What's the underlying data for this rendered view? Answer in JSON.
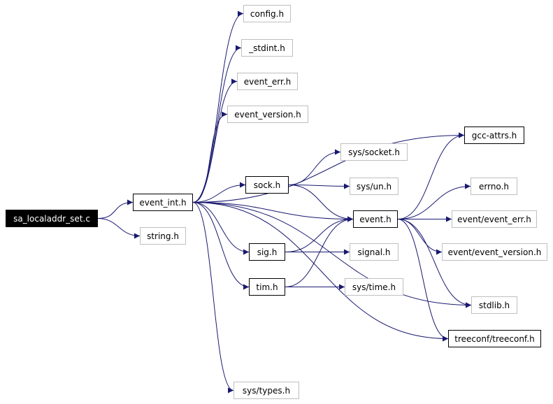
{
  "colors": {
    "edge": "#191970",
    "border_documented": "#000000",
    "border_external": "#bfbfbf",
    "root_fill": "#000000",
    "root_text": "#ffffff"
  },
  "nodes": {
    "sa_localaddr_set_c": "sa_localaddr_set.c",
    "event_int_h": "event_int.h",
    "string_h": "string.h",
    "config_h": "config.h",
    "stdint_h": "_stdint.h",
    "event_err_h": "event_err.h",
    "event_version_h": "event_version.h",
    "gcc_attrs_h": "gcc-attrs.h",
    "sys_socket_h": "sys/socket.h",
    "sock_h": "sock.h",
    "sys_un_h": "sys/un.h",
    "errno_h": "errno.h",
    "event_h": "event.h",
    "event_event_err_h": "event/event_err.h",
    "event_event_version_h": "event/event_version.h",
    "sig_h": "sig.h",
    "signal_h": "signal.h",
    "tim_h": "tim.h",
    "sys_time_h": "sys/time.h",
    "stdlib_h": "stdlib.h",
    "treeconf_h": "treeconf/treeconf.h",
    "sys_types_h": "sys/types.h"
  },
  "edges": [
    [
      "sa_localaddr_set_c",
      "event_int_h"
    ],
    [
      "sa_localaddr_set_c",
      "string_h"
    ],
    [
      "event_int_h",
      "config_h"
    ],
    [
      "event_int_h",
      "stdint_h"
    ],
    [
      "event_int_h",
      "event_err_h"
    ],
    [
      "event_int_h",
      "event_version_h"
    ],
    [
      "event_int_h",
      "gcc_attrs_h"
    ],
    [
      "event_int_h",
      "sock_h"
    ],
    [
      "event_int_h",
      "event_h"
    ],
    [
      "event_int_h",
      "sig_h"
    ],
    [
      "event_int_h",
      "tim_h"
    ],
    [
      "event_int_h",
      "stdlib_h"
    ],
    [
      "event_int_h",
      "treeconf_h"
    ],
    [
      "event_int_h",
      "sys_types_h"
    ],
    [
      "sock_h",
      "sys_socket_h"
    ],
    [
      "sock_h",
      "sys_un_h"
    ],
    [
      "sock_h",
      "event_h"
    ],
    [
      "sig_h",
      "event_h"
    ],
    [
      "sig_h",
      "signal_h"
    ],
    [
      "tim_h",
      "event_h"
    ],
    [
      "tim_h",
      "sys_time_h"
    ],
    [
      "event_h",
      "gcc_attrs_h"
    ],
    [
      "event_h",
      "errno_h"
    ],
    [
      "event_h",
      "event_event_err_h"
    ],
    [
      "event_h",
      "event_event_version_h"
    ],
    [
      "event_h",
      "stdlib_h"
    ],
    [
      "event_h",
      "treeconf_h"
    ]
  ]
}
